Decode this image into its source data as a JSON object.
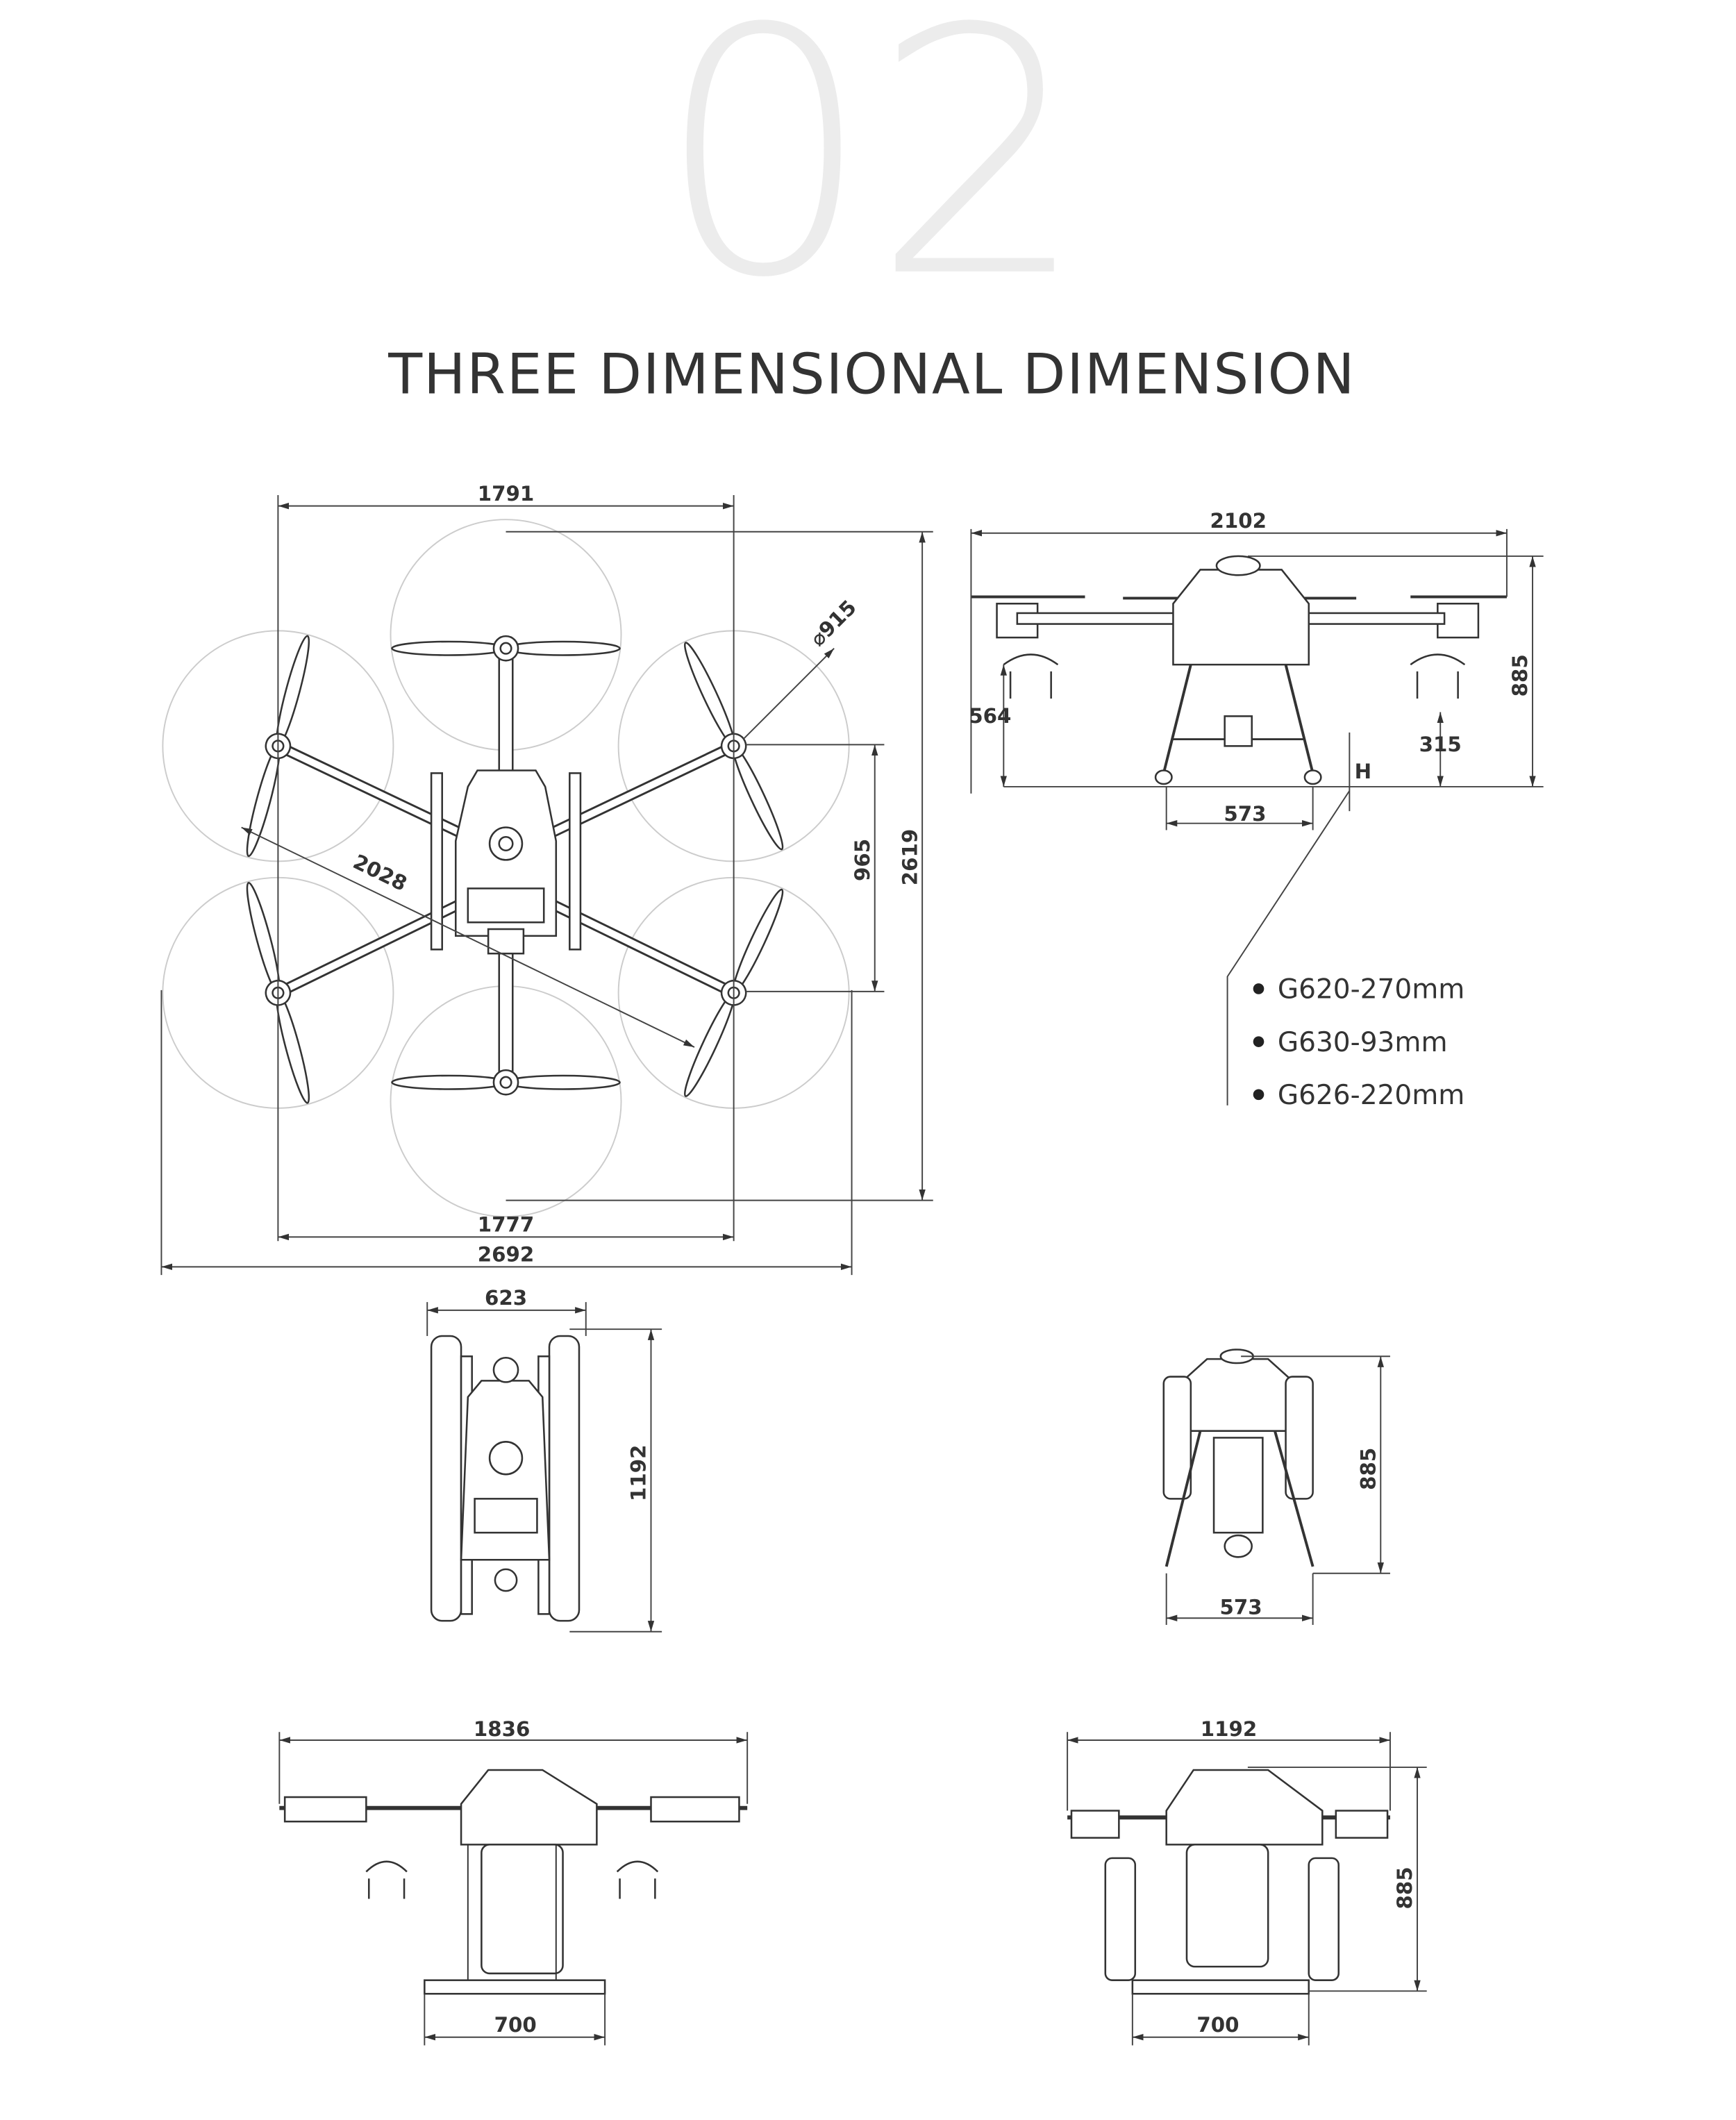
{
  "header": {
    "number": "02",
    "title": "THREE DIMENSIONAL DIMENSION"
  },
  "top_view": {
    "width_top": "1791",
    "height_total": "2619",
    "arm_spacing": "965",
    "width_bottom": "1777",
    "width_overall": "2692",
    "diagonal": "2028",
    "prop_diameter": "⌀915"
  },
  "front_view": {
    "width": "2102",
    "height": "885",
    "spray_height_left": "564",
    "spray_height_right": "315",
    "leg_spacing": "573",
    "ground_clearance_label": "H"
  },
  "clearance_legend": {
    "items": [
      "G620-270mm",
      "G630-93mm",
      "G626-220mm"
    ]
  },
  "folded_top_view": {
    "width": "623",
    "length": "1192"
  },
  "folded_front_view": {
    "height": "885",
    "leg_spacing": "573"
  },
  "side_view_left": {
    "width": "1836",
    "skid_width": "700"
  },
  "side_view_right": {
    "width": "1192",
    "height": "885",
    "skid_width": "700"
  }
}
